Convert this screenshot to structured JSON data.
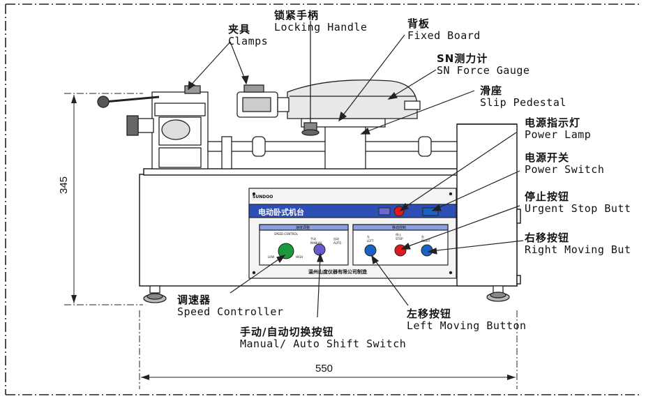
{
  "labels": {
    "clamps": {
      "zh": "夹具",
      "en": "Clamps"
    },
    "locking_handle": {
      "zh": "锁紧手柄",
      "en": "Locking Handle"
    },
    "fixed_board": {
      "zh": "背板",
      "en": "Fixed Board"
    },
    "force_gauge": {
      "zh": "SN测力计",
      "en": "SN Force Gauge"
    },
    "slip_pedestal": {
      "zh": "滑座",
      "en": "Slip Pedestal"
    },
    "power_lamp": {
      "zh": "电源指示灯",
      "en": "Power Lamp"
    },
    "power_switch": {
      "zh": "电源开关",
      "en": "Power Switch"
    },
    "urgent_stop": {
      "zh": "停止按钮",
      "en": "Urgent Stop Butt"
    },
    "right_moving": {
      "zh": "右移按钮",
      "en": "Right Moving But"
    },
    "speed_ctrl": {
      "zh": "调速器",
      "en": "Speed Controller"
    },
    "left_moving": {
      "zh": "左移按钮",
      "en": "Left Moving Button"
    },
    "manual_auto": {
      "zh": "手动/自动切换按钮",
      "en": "Manual/ Auto Shift Switch"
    }
  },
  "dimensions": {
    "height": "345",
    "width": "550"
  },
  "panel": {
    "brand": "SUNDOO",
    "title": "电动卧式机台",
    "left_box_title": "速度调整",
    "speed_label": "SPEED CONTROL",
    "low": "LOW",
    "high": "HIGH",
    "manual": "手动 MANUAL",
    "auto": "自动 AUTO",
    "right_box_title": "移动控制",
    "left_btn": "左 LEFT",
    "stop_btn": "停止 STOP",
    "right_btn": "右 RIGHT",
    "maker": "温州山度仪器有限公司制造"
  },
  "colors": {
    "panel_header": "#2d4fb3",
    "stop_red": "#e0191b",
    "knob_green": "#1a9a3a",
    "move_blue": "#1a63c4",
    "switch_purple": "#6a5ad0"
  }
}
